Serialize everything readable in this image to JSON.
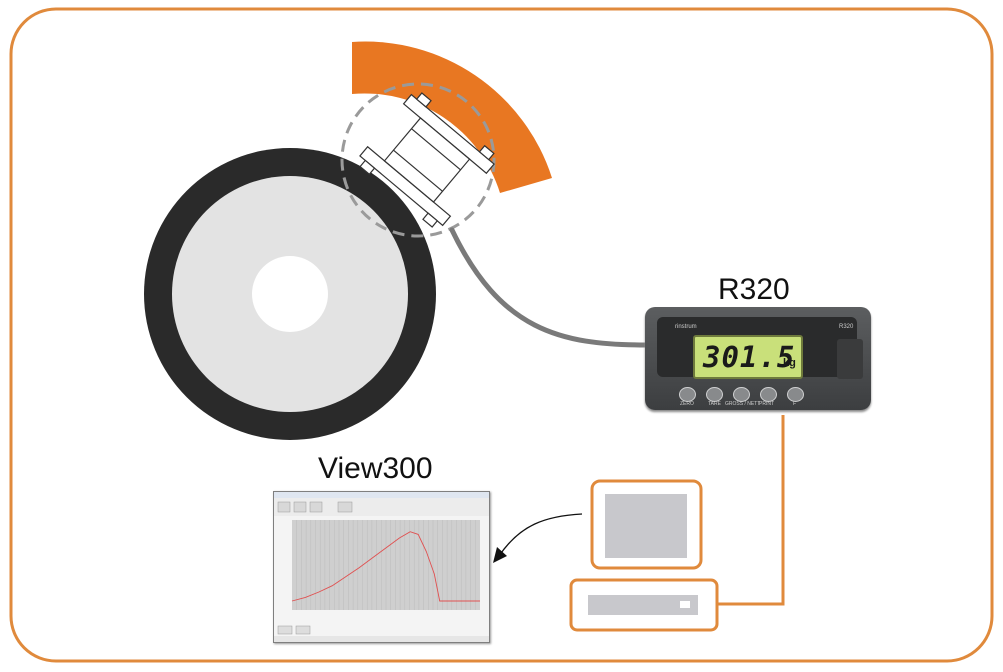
{
  "indicator": {
    "model": "R320",
    "brand": "rinstrum",
    "model_small": "R320",
    "reading": "301.5",
    "unit": "kg",
    "keys": [
      "ZERO",
      "TARE",
      "GROSS / NETT",
      "PRINT",
      "F"
    ]
  },
  "software": {
    "name": "View300",
    "chart_data": {
      "type": "line",
      "series": [
        {
          "values": [
            [
              0,
              0.1
            ],
            [
              5,
              0.14
            ],
            [
              10,
              0.2
            ],
            [
              15,
              0.27
            ],
            [
              20,
              0.37
            ],
            [
              25,
              0.47
            ],
            [
              30,
              0.58
            ],
            [
              35,
              0.69
            ],
            [
              40,
              0.8
            ],
            [
              44,
              0.87
            ],
            [
              47,
              0.84
            ],
            [
              50,
              0.65
            ],
            [
              53,
              0.4
            ],
            [
              55,
              0.1
            ],
            [
              70,
              0.1
            ]
          ]
        }
      ],
      "grid": true
    }
  },
  "colors": {
    "accent": "#e87722",
    "frame": "#e08a3c",
    "tyre": "#2a2a2a",
    "rim": "#e3e3e3",
    "cable": "#7a7a7a"
  }
}
